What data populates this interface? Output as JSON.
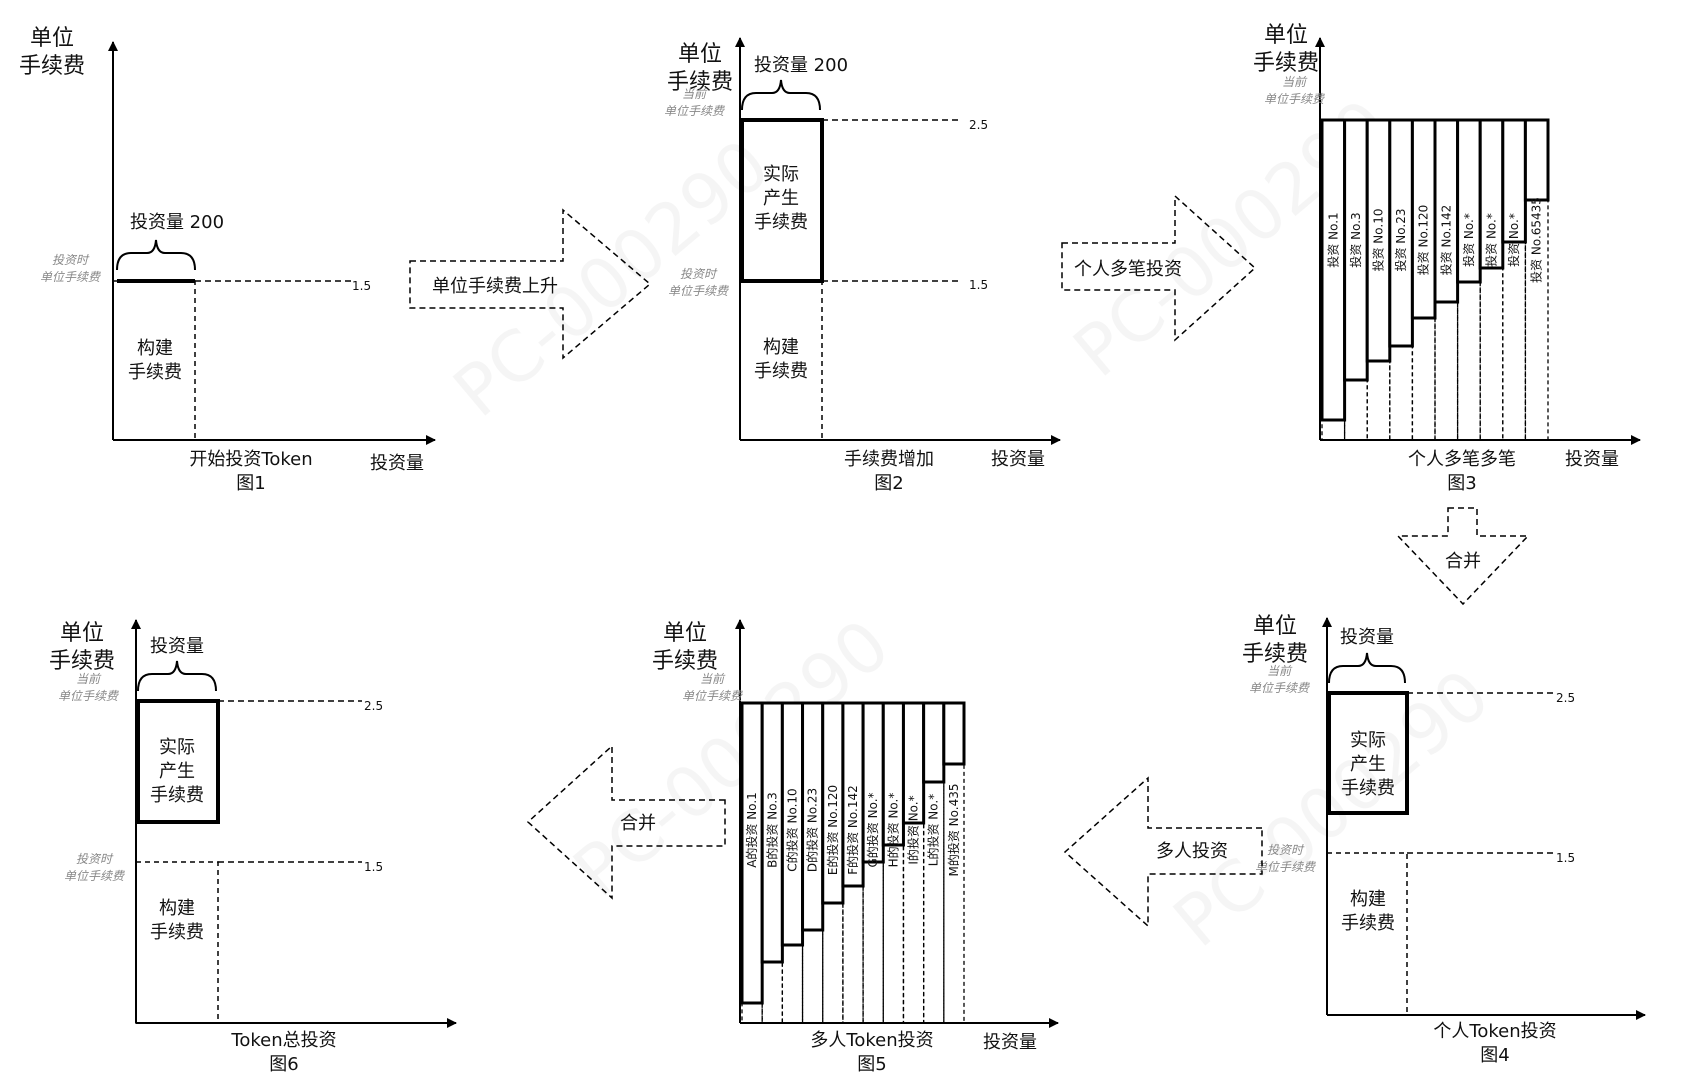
{
  "axis": {
    "y_label_l1": "单位",
    "y_label_l2": "手续费",
    "x_label": "投资量"
  },
  "notes": {
    "invest_time_l1": "投资时",
    "invest_time_l2": "单位手续费",
    "current_l1": "当前",
    "current_l2": "单位手续费"
  },
  "values": {
    "low": "1.5",
    "high": "2.5"
  },
  "blocks": {
    "build_l1": "构建",
    "build_l2": "手续费",
    "actual_l1": "实际",
    "actual_l2": "产生",
    "actual_l3": "手续费"
  },
  "panels": {
    "p1": {
      "brace_label": "投资量 200",
      "caption": "开始投资Token",
      "figure": "图1"
    },
    "p2": {
      "brace_label": "投资量 200",
      "caption": "手续费增加",
      "figure": "图2"
    },
    "p3": {
      "caption": "个人多笔多笔",
      "figure": "图3",
      "bars": [
        "投资 No.1",
        "投资 No.3",
        "投资 No.10",
        "投资 No.23",
        "投资 No.120",
        "投资 No.142",
        "投资 No.*",
        "投资 No.*",
        "投资 No.*",
        "投资 No.65435"
      ]
    },
    "p4": {
      "brace_label": "投资量",
      "caption": "个人Token投资",
      "figure": "图4"
    },
    "p5": {
      "caption": "多人Token投资",
      "figure": "图5",
      "bars": [
        "A的投资 No.1",
        "B的投资 No.3",
        "C的投资 No.10",
        "D的投资 No.23",
        "E的投资 No.120",
        "F的投资 No.142",
        "G的投资 No.*",
        "H的投资 No.*",
        "I的投资 No.*",
        "L的投资 No.*",
        "M的投资 No.435"
      ]
    },
    "p6": {
      "brace_label": "投资量",
      "caption": "Token总投资",
      "figure": "图6"
    }
  },
  "arrows": {
    "a1": "单位手续费上升",
    "a2": "个人多笔投资",
    "a3": "合并",
    "a4": "多人投资",
    "a5": "合并"
  },
  "watermark": "PC-000290"
}
